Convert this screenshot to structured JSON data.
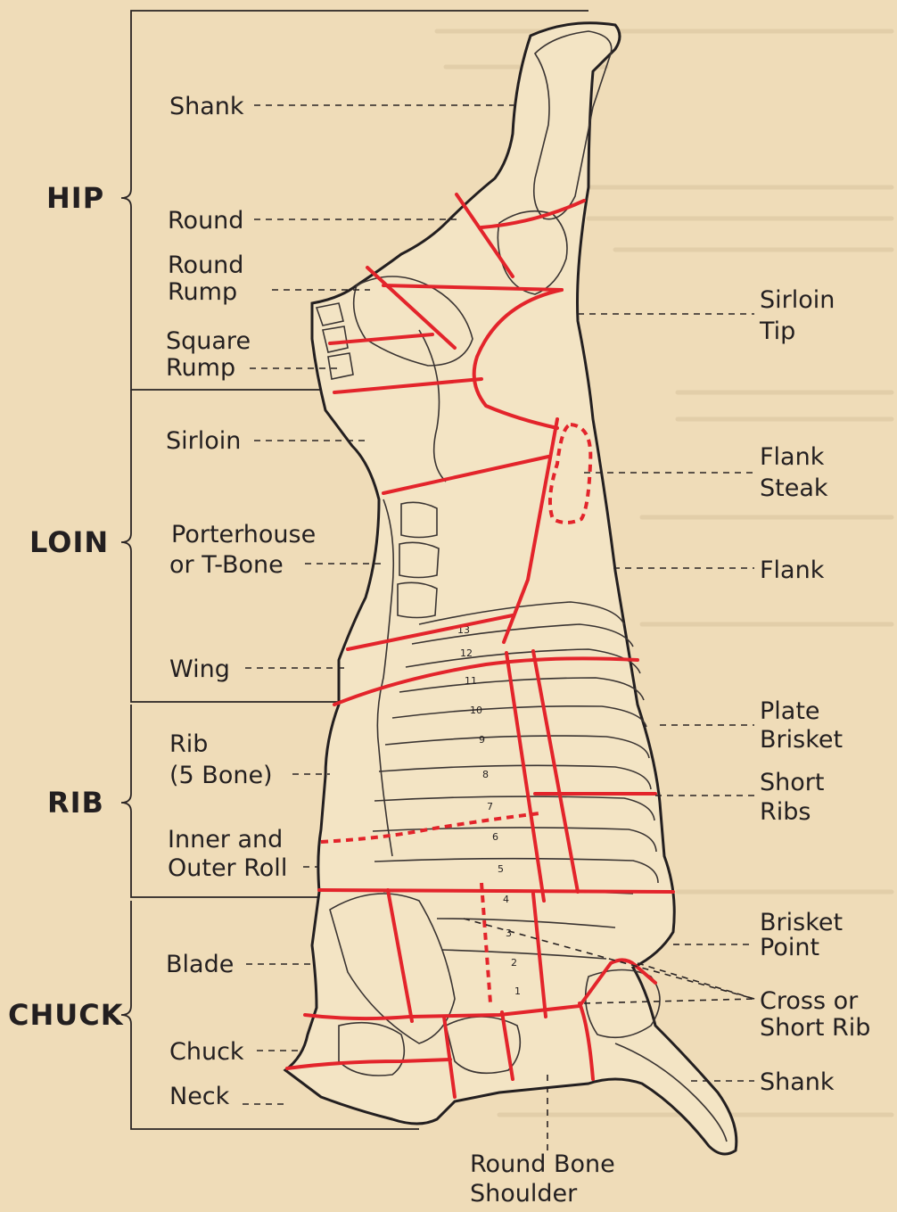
{
  "sections": [
    {
      "id": "hip",
      "label": "HIP"
    },
    {
      "id": "loin",
      "label": "LOIN"
    },
    {
      "id": "rib",
      "label": "RIB"
    },
    {
      "id": "chuck",
      "label": "CHUCK"
    }
  ],
  "left_labels": {
    "shank": "Shank",
    "round": "Round",
    "round_rump": [
      "Round",
      "Rump"
    ],
    "square_rump": [
      "Square",
      "Rump"
    ],
    "sirloin": "Sirloin",
    "porterhouse": [
      "Porterhouse",
      "or T-Bone"
    ],
    "wing": "Wing",
    "rib": [
      "Rib",
      "(5 Bone)"
    ],
    "inner_outer_roll": [
      "Inner and",
      "Outer Roll"
    ],
    "blade": "Blade",
    "chuck": "Chuck",
    "neck": "Neck"
  },
  "right_labels": {
    "sirloin_tip": [
      "Sirloin",
      "Tip"
    ],
    "flank_steak": [
      "Flank",
      "Steak"
    ],
    "flank": "Flank",
    "plate_brisket": [
      "Plate",
      "Brisket"
    ],
    "short_ribs": [
      "Short",
      "Ribs"
    ],
    "brisket_point": [
      "Brisket",
      "Point"
    ],
    "cross_short_rib": [
      "Cross or",
      "Short Rib"
    ],
    "shank": "Shank"
  },
  "bottom_label": [
    "Round Bone",
    "Shoulder"
  ],
  "rib_numbers": [
    "13",
    "12",
    "11",
    "10",
    "9",
    "8",
    "7",
    "6",
    "5",
    "4",
    "3",
    "2",
    "1"
  ],
  "colors": {
    "background": "#efdcb8",
    "cut_lines": "#e3242b",
    "ink": "#231f20"
  }
}
